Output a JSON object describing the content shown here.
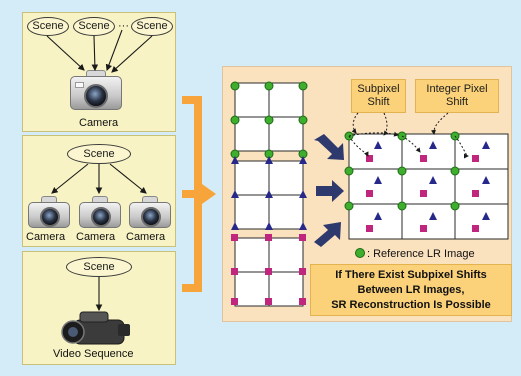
{
  "scene_label": "Scene",
  "ellipsis": "···",
  "camera_label": "Camera",
  "video_label": "Video Sequence",
  "subpixel_shift": [
    "Subpixel",
    "Shift"
  ],
  "integer_shift": [
    "Integer Pixel",
    "Shift"
  ],
  "legend_text": ": Reference LR Image",
  "conclusion": [
    "If There Exist Subpixel Shifts",
    "Between LR Images,",
    "SR Reconstruction Is Possible"
  ],
  "colors": {
    "background": "#d4ecf7",
    "panel": "#f7f3c4",
    "right_panel": "#fbe2bf",
    "note": "#fbd27a",
    "circle_marker": "#3fae2f",
    "triangle_marker": "#26288a",
    "square_marker": "#c0267d",
    "bracket": "#f7a53a",
    "flow_arrow": "#2e3a6e"
  }
}
